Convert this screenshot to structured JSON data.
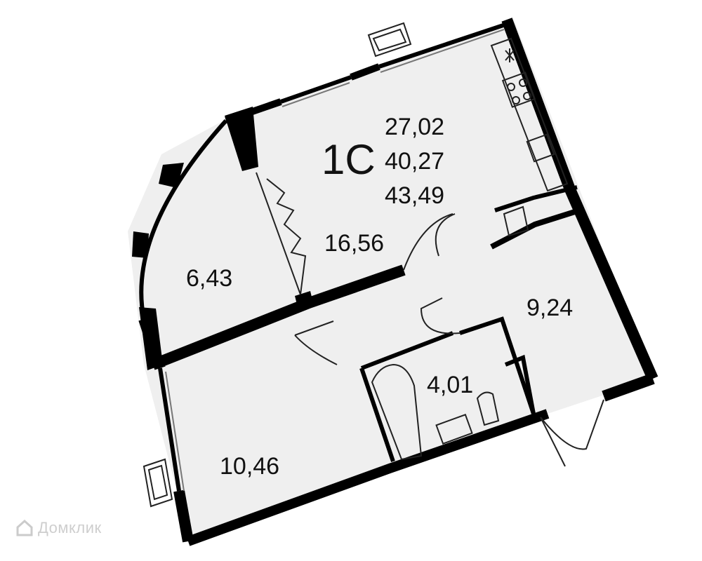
{
  "apartment": {
    "type_label": "1С",
    "areas": {
      "living": "27,02",
      "total": "40,27",
      "total_with_balcony": "43,49"
    }
  },
  "rooms": [
    {
      "id": "room-kitchen-living",
      "area": "16,56"
    },
    {
      "id": "room-bay",
      "area": "6,43"
    },
    {
      "id": "room-hall",
      "area": "9,24"
    },
    {
      "id": "room-bedroom",
      "area": "10,46"
    },
    {
      "id": "room-bathroom",
      "area": "4,01"
    }
  ],
  "watermark": {
    "text": "Домклик",
    "icon": "house-icon"
  },
  "colors": {
    "wall": "#000000",
    "floor": "#efefef",
    "background": "#ffffff",
    "fixture_stroke": "#222222"
  }
}
